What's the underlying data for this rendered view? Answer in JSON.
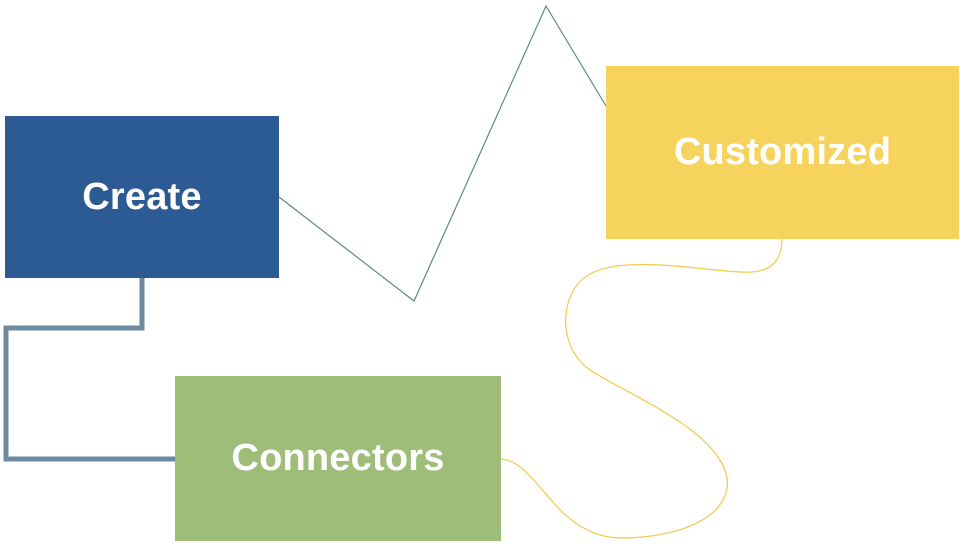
{
  "nodes": {
    "create": {
      "label": "Create",
      "color": "#2c5b94"
    },
    "customized": {
      "label": "Customized",
      "color": "#f6d35c"
    },
    "connectors": {
      "label": "Connectors",
      "color": "#9dbd79"
    }
  },
  "connectors": {
    "create_to_customized": {
      "style": "zigzag",
      "color": "#5d8a80"
    },
    "create_to_connectors": {
      "style": "elbow",
      "color": "#6e8aa0"
    },
    "connectors_to_customized": {
      "style": "curved",
      "color": "#f4c94a"
    }
  }
}
